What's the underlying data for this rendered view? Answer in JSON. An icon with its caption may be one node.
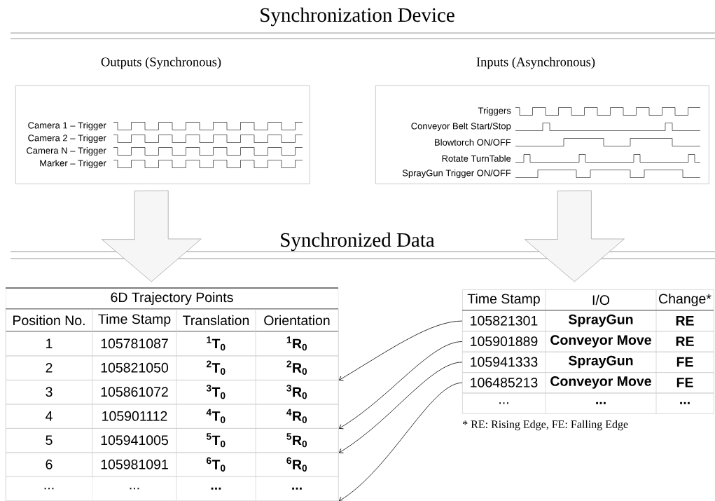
{
  "diagram": {
    "title": "Synchronization Device",
    "nodes": [
      {
        "text": [
          "Outputs (Synchronous)",
          "Camera 1 – Trigger",
          "Camera 2 – Trigger",
          "Camera N – Trigger",
          "Marker – Trigger"
        ]
      },
      {
        "text": [
          "Inputs (Asynchronous)",
          "Triggers",
          "Conveyor Belt Start/Stop",
          "Blowtorch ON/OFF",
          "Rotate TurnTable",
          "SprayGun Trigger ON/OFF"
        ]
      },
      {
        "text": [
          "6D Trajectory Points"
        ]
      },
      {
        "text": [
          "Position No.",
          "Time Stamp",
          "Translation",
          "Orientation"
        ],
        "in": 2
      },
      {
        "text": [
          "1",
          "105781087",
          "$^{1}$T$_{0}$",
          "$^{1}$R$_{0}$"
        ],
        "in": 2
      },
      {
        "text": [
          "2",
          "105821050",
          "$^{2}$T$_{0}$",
          "$^{2}$R$_{0}$"
        ],
        "in": 2
      },
      {
        "text": [
          "3",
          "105861072",
          "$^{3}$T$_{0}$",
          "$^{3}$R$_{0}$"
        ],
        "in": 2
      },
      {
        "text": [
          "4",
          "105901112",
          "$^{4}$T$_{0}$",
          "$^{4}$R$_{0}$"
        ],
        "in": 2
      },
      {
        "text": [
          "5",
          "105941005",
          "$^{5}$T$_{0}$",
          "$^{5}$R$_{0}$"
        ],
        "in": 2
      },
      {
        "text": [
          "6",
          "105981091",
          "$^{6}$T$_{0}$",
          "$^{6}$R$_{0}$"
        ],
        "in": 2
      },
      {
        "text": [
          "...",
          "...",
          "...",
          "..."
        ],
        "in": 2
      },
      {
        "text": [
          "Time Stamp",
          "I/O",
          "Change*"
        ]
      },
      {
        "text": [
          "105821301",
          "SprayGun",
          "RE"
        ]
      },
      {
        "text": [
          "105901889",
          "Conveyor Move",
          "RE"
        ]
      },
      {
        "text": [
          "105941333",
          "SprayGun",
          "FE"
        ]
      },
      {
        "text": [
          "106485213",
          "Conveyor Move",
          "FE"
        ]
      },
      {
        "text": [
          "...",
          "...",
          "..."
        ]
      }
    ],
    "edges": [
      {
        "from": 0,
        "to": 2,
        "arrow": "to",
        "style": "thick"
      },
      {
        "from": 1,
        "to": 11,
        "arrow": "to",
        "style": "thick"
      },
      {
        "from": 12,
        "to": 5,
        "arrow": "to"
      },
      {
        "from": 13,
        "to": 7,
        "arrow": "to"
      },
      {
        "from": 14,
        "to": 8,
        "arrow": "to"
      },
      {
        "from": 15,
        "to": 10,
        "arrow": "to"
      }
    ],
    "labels": [
      "Synchronized Data",
      "* RE: Rising Edge, FE: Falling Edge"
    ]
  }
}
